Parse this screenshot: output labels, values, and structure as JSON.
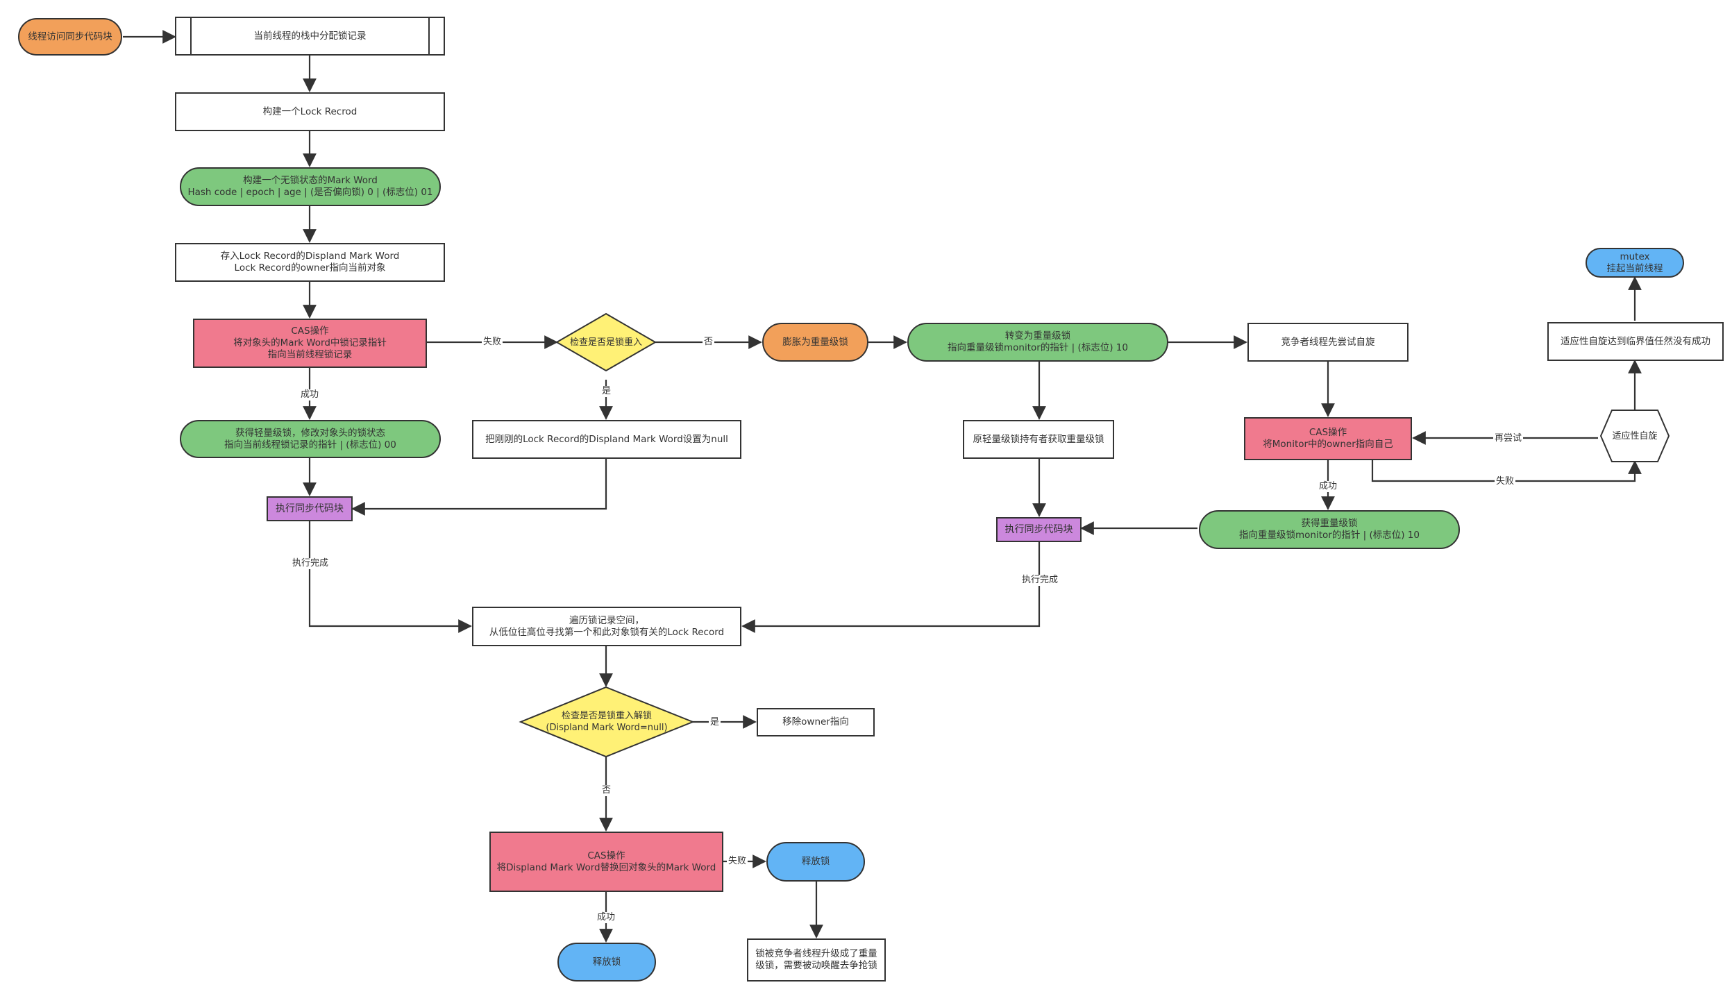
{
  "colors": {
    "orange": "#f2a05a",
    "green": "#7ec87e",
    "red": "#f07a8e",
    "purple": "#cc88dd",
    "blue": "#62b4f5",
    "yellow": "#fff176",
    "stroke": "#333333"
  },
  "nodes": {
    "start": "线程访问同步代码块",
    "alloc_lock_record": "当前线程的栈中分配锁记录",
    "build_lock_record": "构建一个Lock Recrod",
    "build_mark_word": "构建一个无锁状态的Mark Word\nHash code | epoch | age | (是否偏向锁) 0 | (标志位) 01",
    "store_displaced": "存入Lock Record的Displand Mark Word\nLock Record的owner指向当前对象",
    "cas_1": "CAS操作\n将对象头的Mark Word中锁记录指针\n指向当前线程锁记录",
    "check_reentry": "检查是否是锁重入",
    "inflate": "膨胀为重量级锁",
    "to_heavy": "转变为重量级锁\n指向重量级锁monitor的指针 | (标志位) 10",
    "competitor_spin": "竞争者线程先尝试自旋",
    "got_light_lock": "获得轻量级锁，修改对象头的锁状态\n指向当前线程锁记录的指针 | (标志位) 00",
    "set_null": "把刚刚的Lock Record的Displand Mark Word设置为null",
    "exec_sync_1": "执行同步代码块",
    "orig_holder": "原轻量级锁持有者获取重量级锁",
    "cas_monitor": "CAS操作\n将Monitor中的owner指向自己",
    "adaptive_spin": "适应性自旋",
    "spin_fail": "适应性自旋达到临界值任然没有成功",
    "mutex": "mutex\n挂起当前线程",
    "got_heavy_lock": "获得重量级锁\n指向重量级锁monitor的指针 | (标志位) 10",
    "exec_sync_2": "执行同步代码块",
    "traverse": "遍历锁记录空间，\n从低位往高位寻找第一个和此对象锁有关的Lock Record",
    "check_reentry_unlock": "检查是否是锁重入解锁\n(Displand Mark Word=null)",
    "remove_owner": "移除owner指向",
    "cas_2": "CAS操作\n将Displand Mark Word替换回对象头的Mark Word",
    "release_1": "释放锁",
    "release_2": "释放锁",
    "lock_upgraded": "锁被竞争者线程升级成了重量\n级锁，需要被动唤醒去争抢锁"
  },
  "edge_labels": {
    "fail_1": "失败",
    "no_1": "否",
    "yes_1": "是",
    "success_1": "成功",
    "exec_done_1": "执行完成",
    "exec_done_2": "执行完成",
    "retry": "再尝试",
    "fail_2": "失败",
    "success_2": "成功",
    "yes_2": "是",
    "no_2": "否",
    "fail_3": "失败",
    "success_3": "成功"
  }
}
